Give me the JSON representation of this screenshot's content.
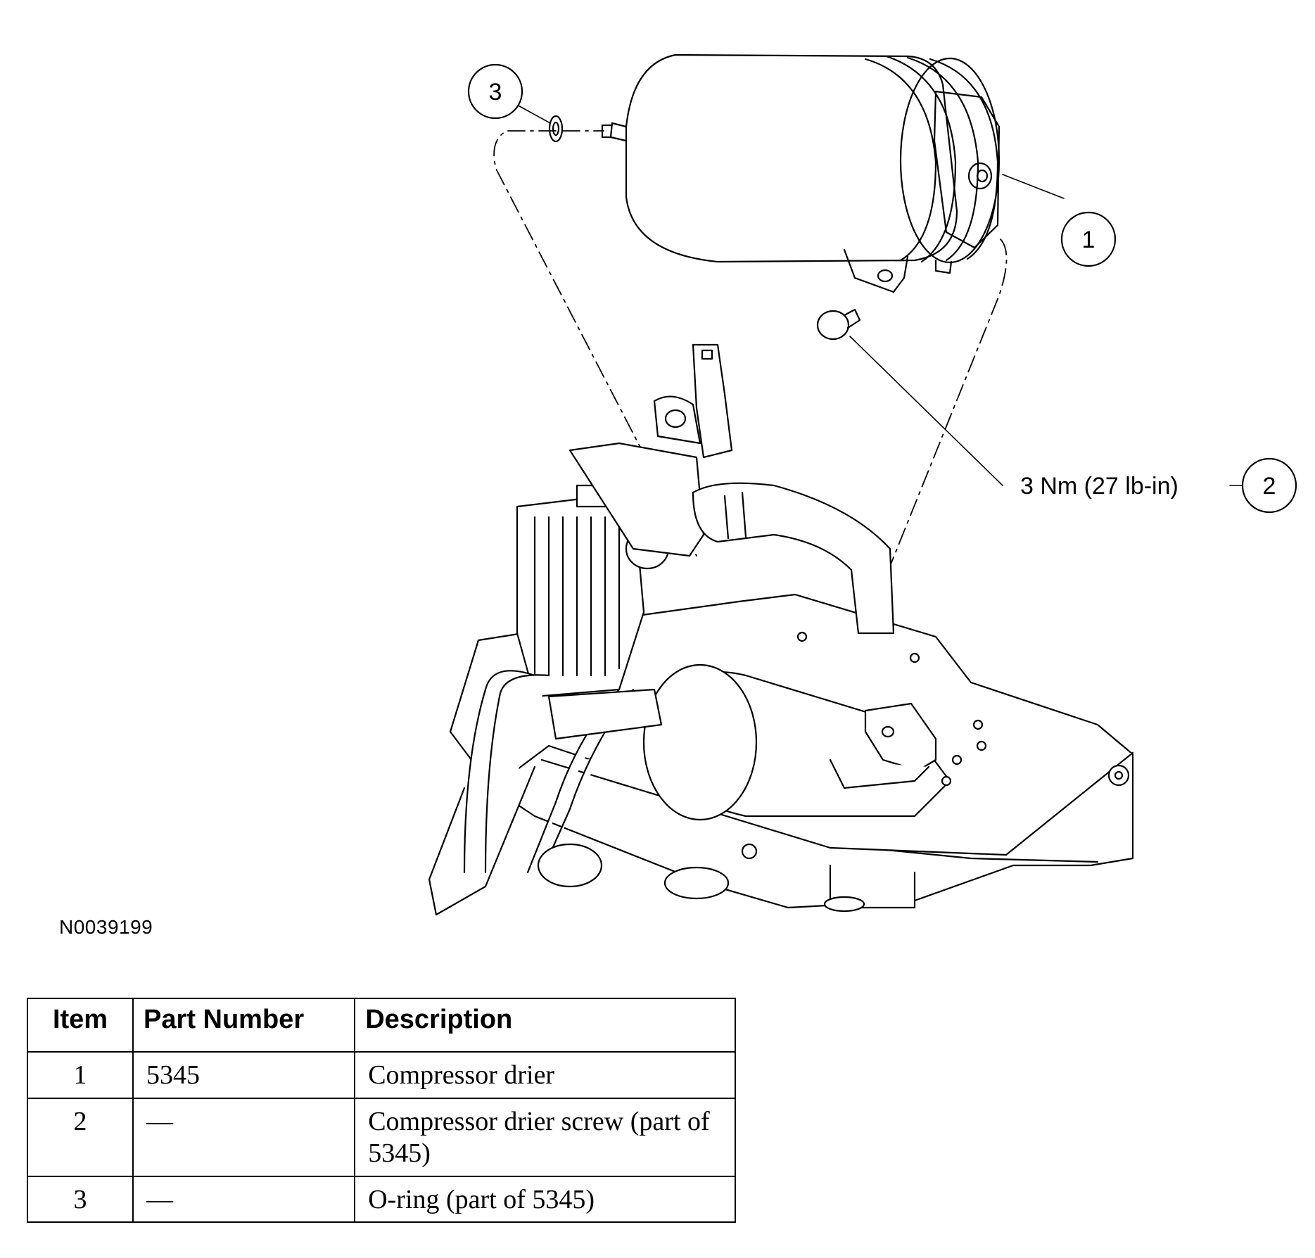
{
  "diagram": {
    "callouts": [
      {
        "number": "1"
      },
      {
        "number": "2",
        "label": "3 Nm (27 lb-in)"
      },
      {
        "number": "3"
      }
    ],
    "figure_id": "N0039199"
  },
  "parts_table": {
    "headers": {
      "item": "Item",
      "part_number": "Part Number",
      "description": "Description"
    },
    "rows": [
      {
        "item": "1",
        "part_number": "5345",
        "description": "Compressor drier"
      },
      {
        "item": "2",
        "part_number": "—",
        "description": "Compressor drier screw (part of 5345)"
      },
      {
        "item": "3",
        "part_number": "—",
        "description": "O-ring (part of 5345)"
      }
    ]
  },
  "colors": {
    "ink": "#000000",
    "paper": "#ffffff"
  }
}
